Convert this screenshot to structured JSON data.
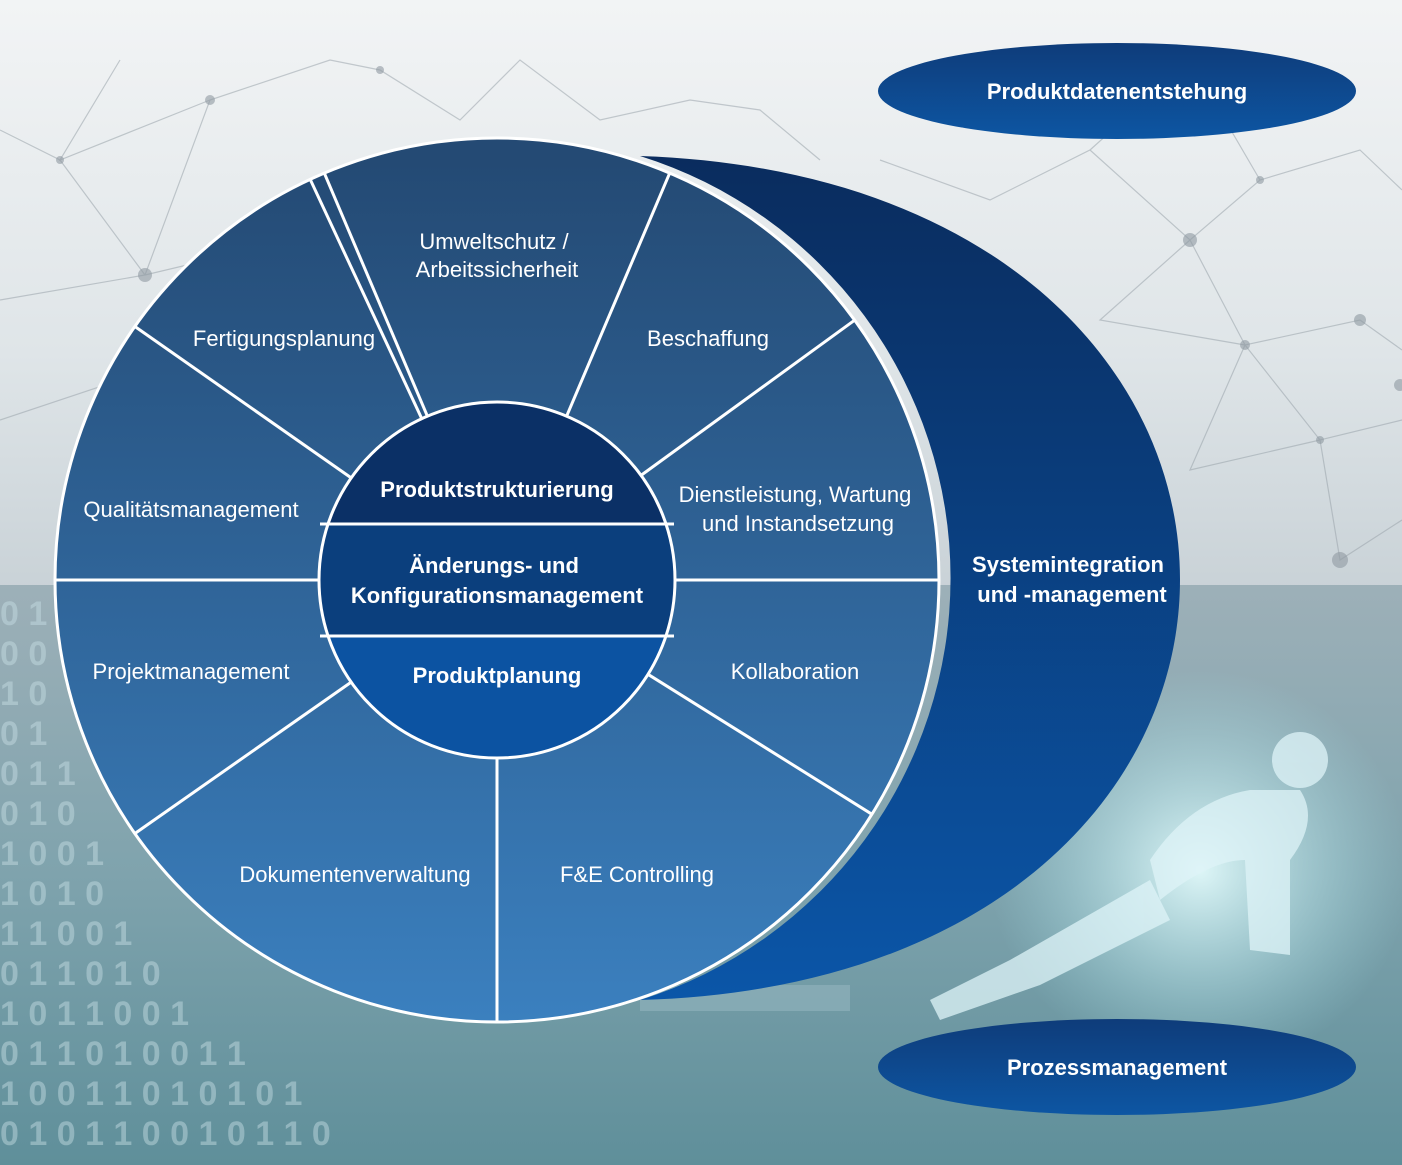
{
  "header": {
    "top_oval": "Produktdatenentstehung",
    "bottom_oval": "Prozessmanagement"
  },
  "outer_band": {
    "line1": "Systemintegration",
    "line2": "und -management"
  },
  "core": {
    "top": "Produktstrukturierung",
    "middle_line1": "Änderungs- und",
    "middle_line2": "Konfigurationsmanagement",
    "bottom": "Produktplanung"
  },
  "segments": {
    "umwelt_line1": "Umweltschutz /",
    "umwelt_line2": "Arbeitssicherheit",
    "beschaffung": "Beschaffung",
    "dienst_line1": "Dienstleistung, Wartung",
    "dienst_line2": "und Instandsetzung",
    "kollaboration": "Kollaboration",
    "fe_controlling": "F&E Controlling",
    "dokumente": "Dokumentenverwaltung",
    "projekt": "Projektmanagement",
    "qualitaet": "Qualitätsmanagement",
    "fertigung": "Fertigungsplanung"
  },
  "colors": {
    "segment_top": "#274e78",
    "segment_bottom": "#3a7dbb",
    "band_top": "#0a2c5e",
    "band_bottom": "#0b56a8",
    "oval": "#0d4a91",
    "core_dark": "#0b3066",
    "core_mid": "#0b3f7d",
    "core_light": "#0c53a2"
  }
}
